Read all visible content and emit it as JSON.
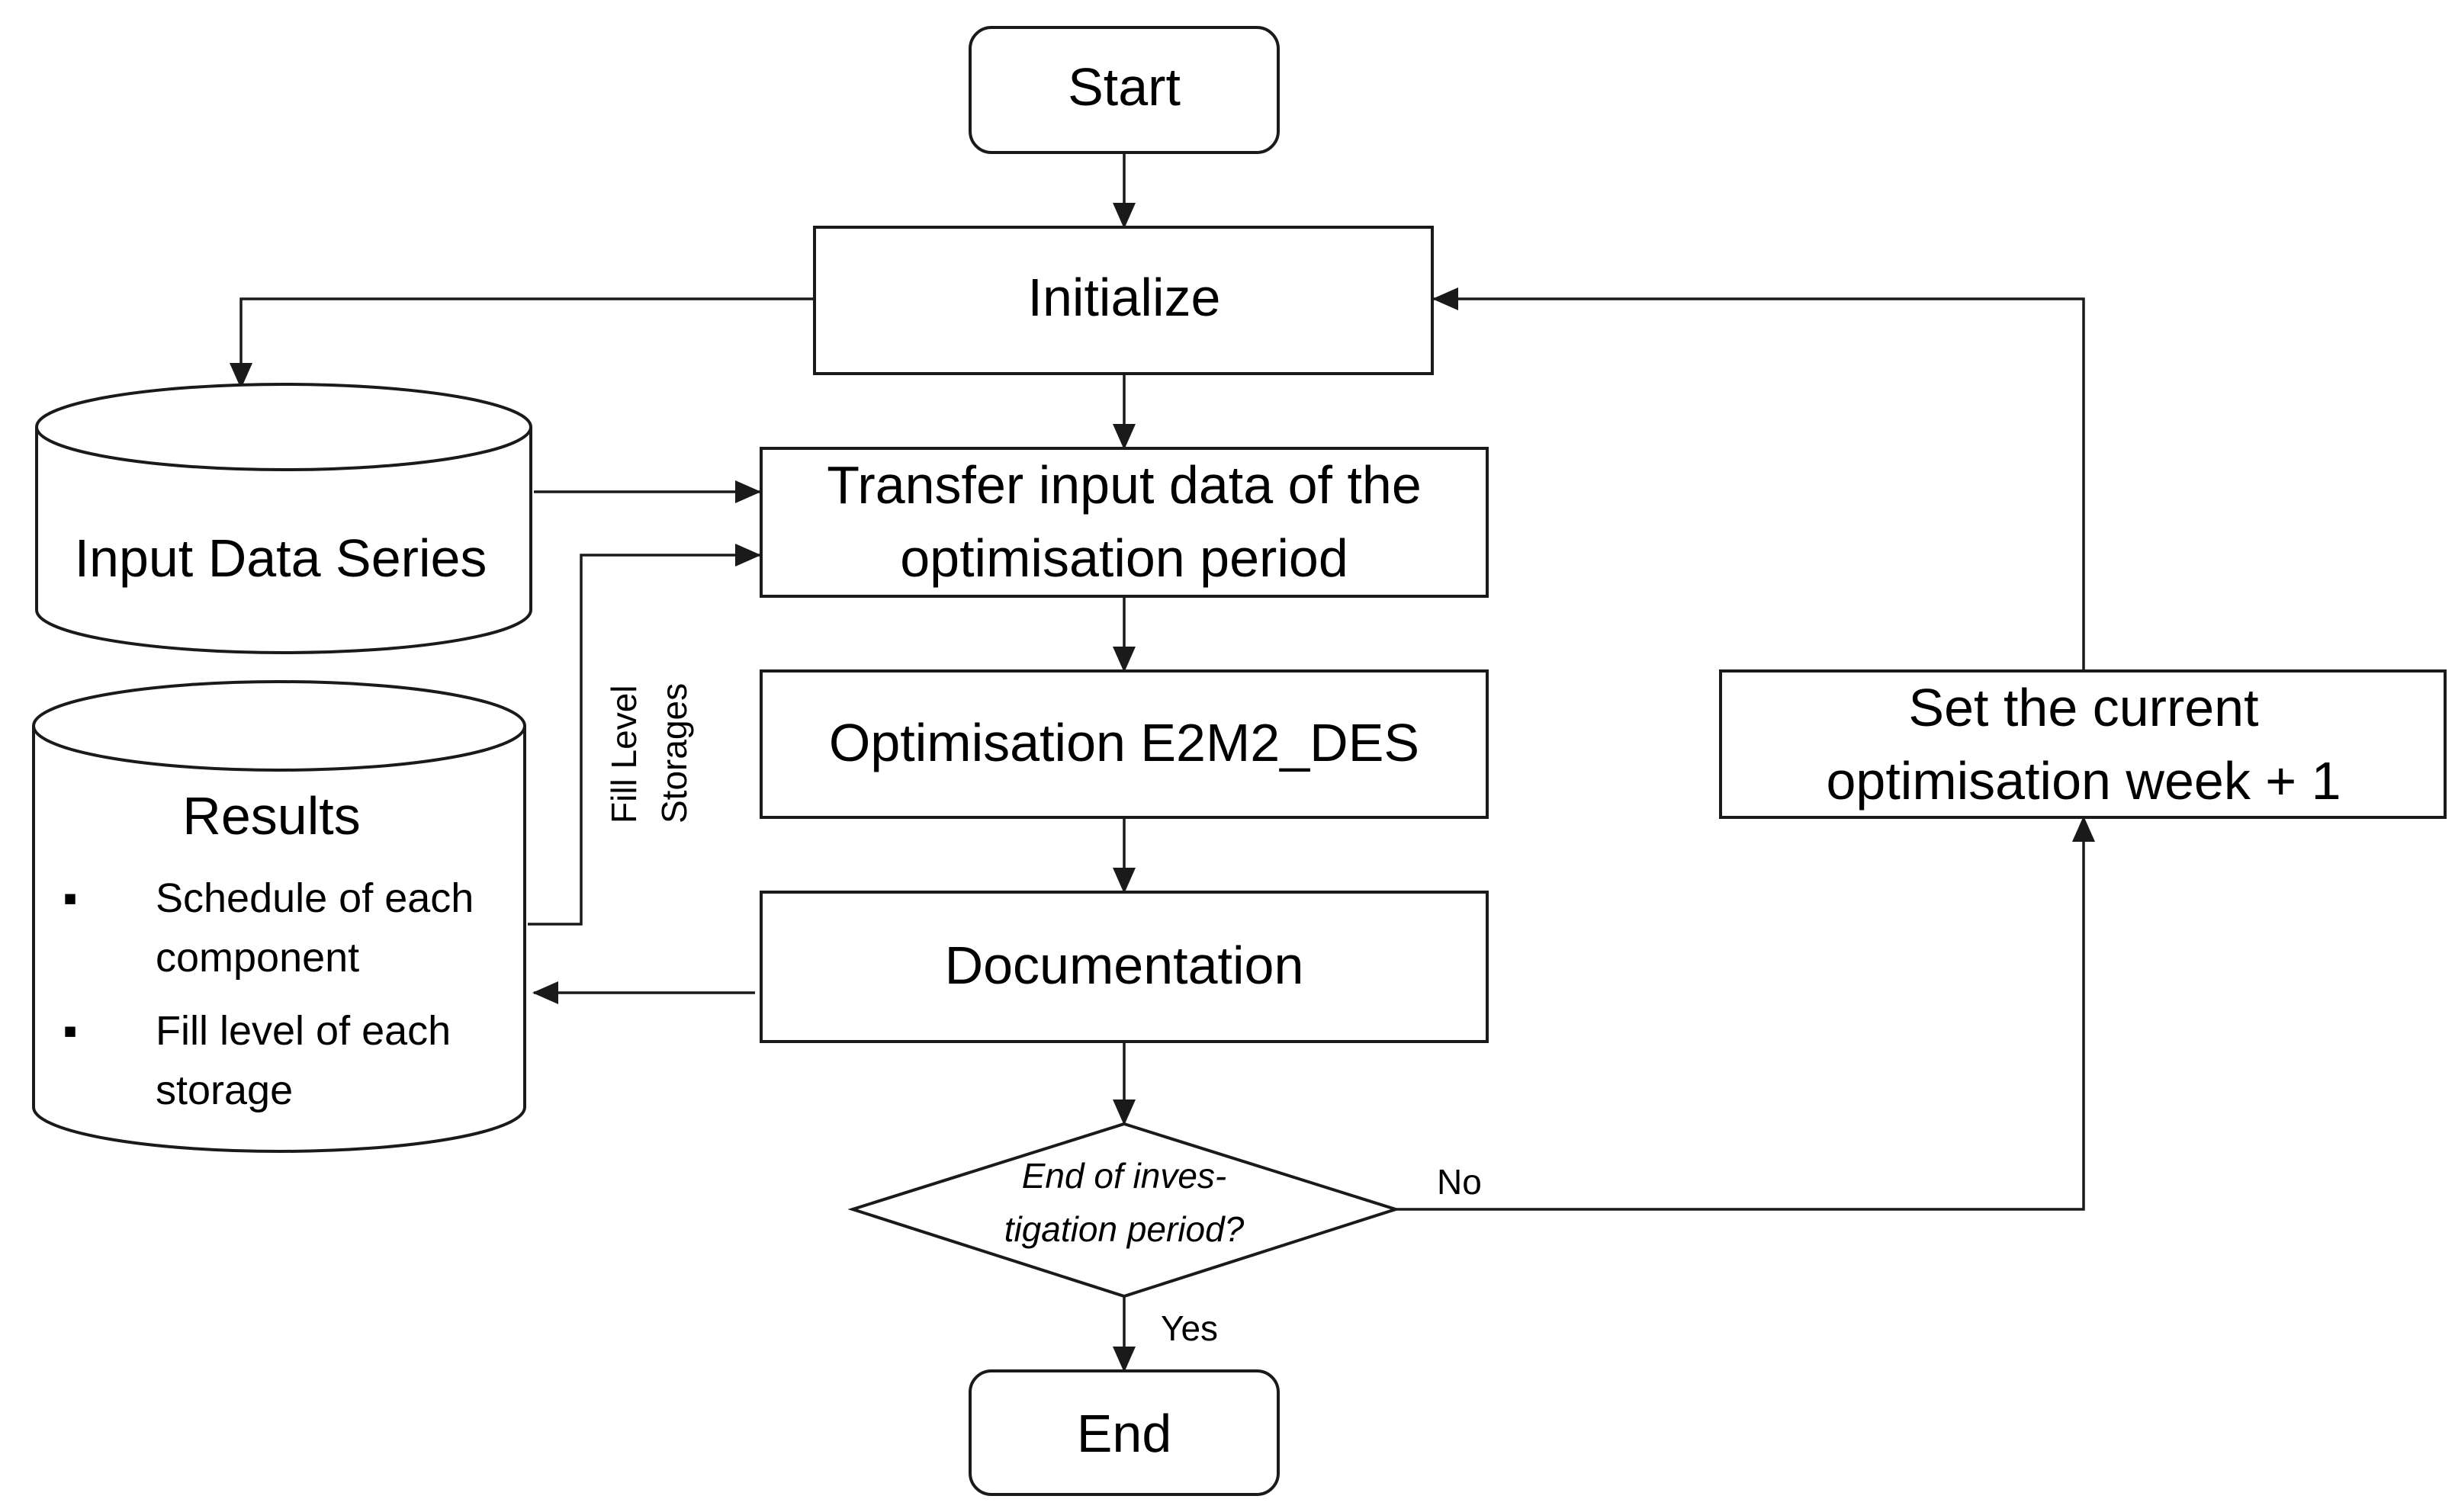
{
  "nodes": {
    "start": "Start",
    "initialize": "Initialize",
    "transfer_line1": "Transfer input data of the",
    "transfer_line2": "optimisation period",
    "optimisation": "Optimisation E2M2_DES",
    "documentation": "Documentation",
    "decision_line1": "End of inves-",
    "decision_line2": "tigation period?",
    "end": "End",
    "set_week_line1": "Set the current",
    "set_week_line2": "optimisation week + 1"
  },
  "databases": {
    "input_data": "Input Data Series",
    "results": {
      "title": "Results",
      "bullet_glyph": "▪",
      "item1_line1": "Schedule of each",
      "item1_line2": "component",
      "item2_line1": "Fill level of each",
      "item2_line2": "storage"
    }
  },
  "edge_labels": {
    "no": "No",
    "yes": "Yes",
    "fill_level_line1": "Fill Level",
    "fill_level_line2": "Storages"
  }
}
